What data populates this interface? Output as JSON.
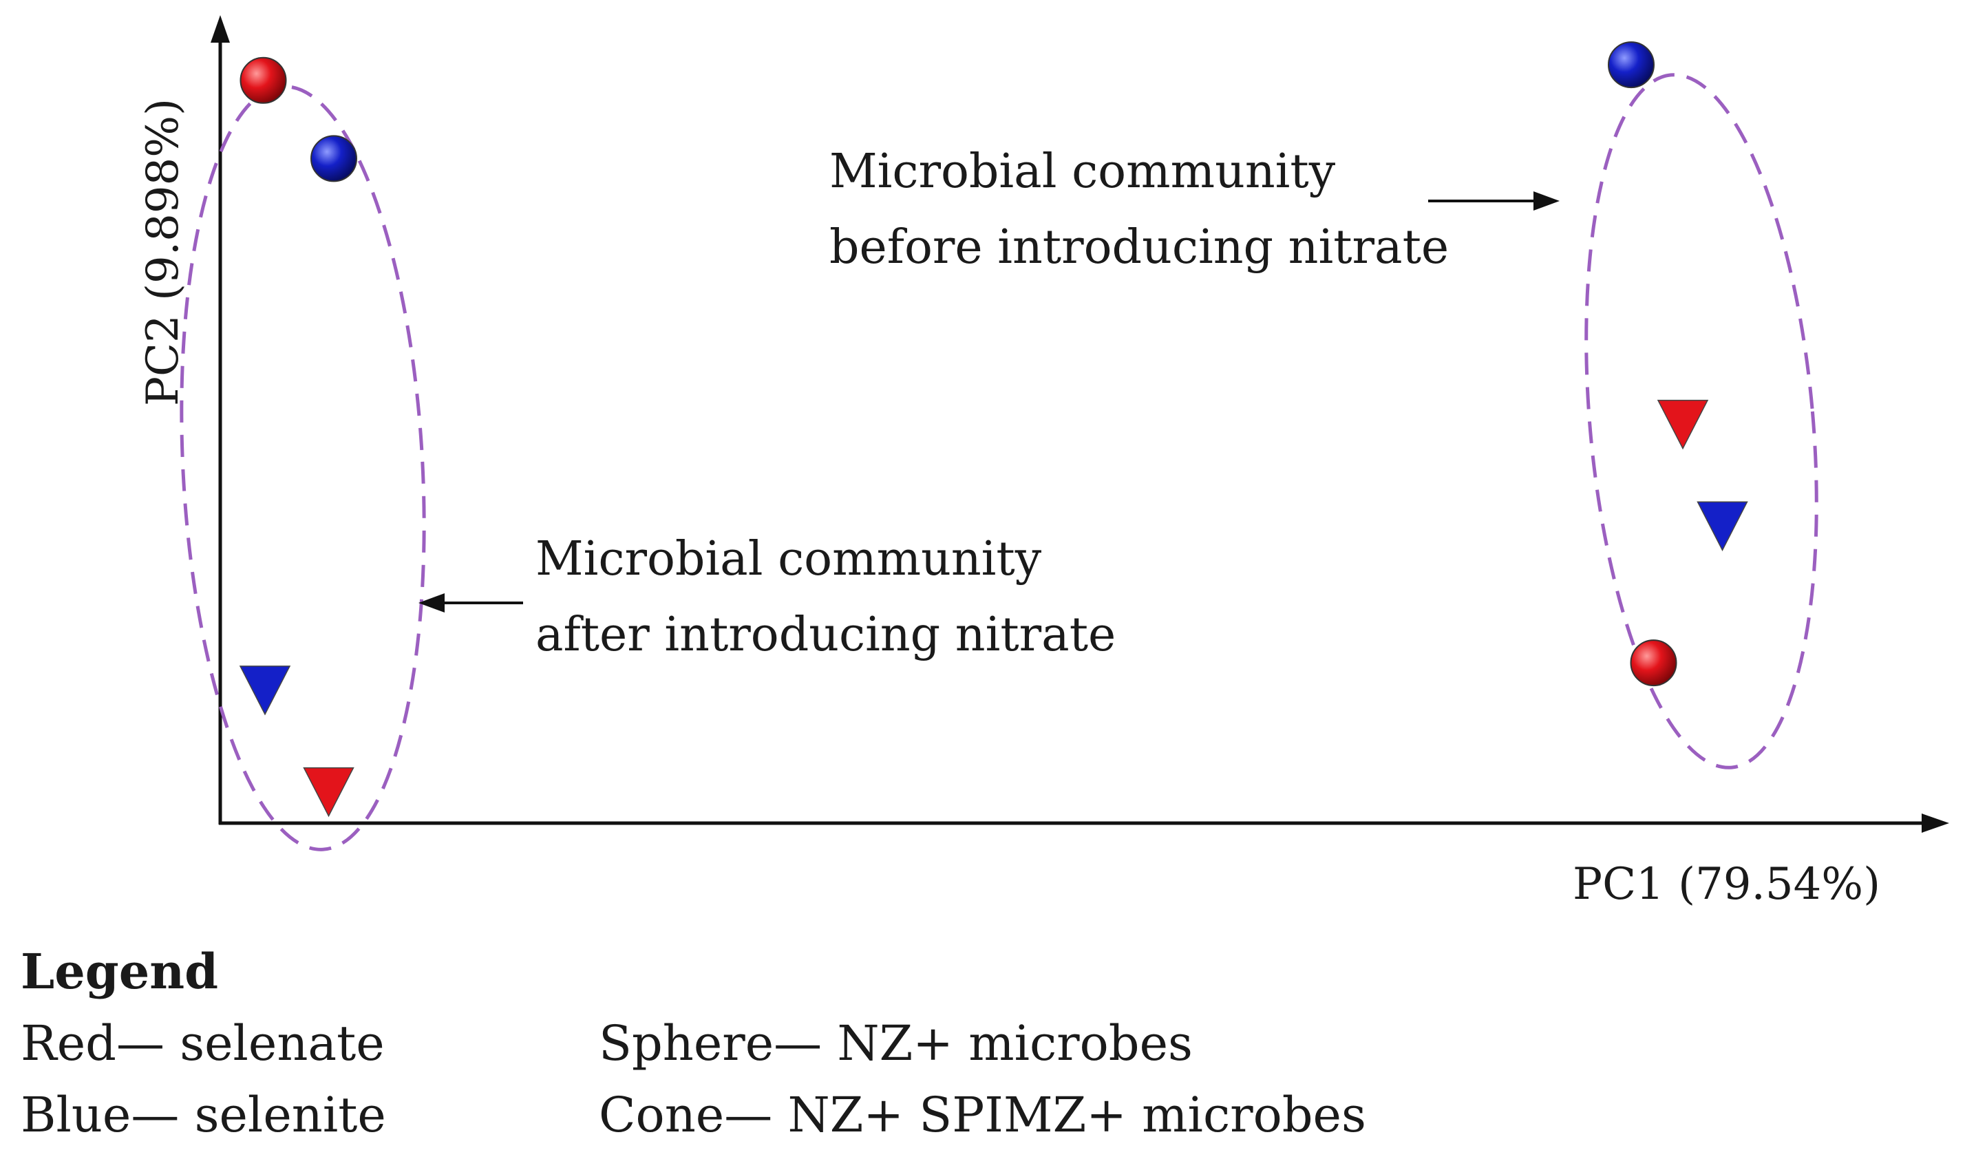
{
  "chart_data": {
    "type": "scatter",
    "title": "",
    "xlabel": "PC1 (79.54%)",
    "ylabel": "PC2 (9.898%)",
    "grid": false,
    "axis_ticks": false,
    "colors": {
      "red": "#e3141b",
      "blue": "#1420c8",
      "ellipse": "#9b5fc0"
    },
    "points": [
      {
        "group": "after",
        "color": "red",
        "shape": "sphere",
        "x": 0.025,
        "y": 0.95
      },
      {
        "group": "after",
        "color": "blue",
        "shape": "sphere",
        "x": 0.066,
        "y": 0.85
      },
      {
        "group": "after",
        "color": "blue",
        "shape": "cone",
        "x": 0.026,
        "y": 0.17
      },
      {
        "group": "after",
        "color": "red",
        "shape": "cone",
        "x": 0.063,
        "y": 0.04
      },
      {
        "group": "before",
        "color": "blue",
        "shape": "sphere",
        "x": 0.82,
        "y": 0.97
      },
      {
        "group": "before",
        "color": "red",
        "shape": "cone",
        "x": 0.85,
        "y": 0.51
      },
      {
        "group": "before",
        "color": "blue",
        "shape": "cone",
        "x": 0.873,
        "y": 0.38
      },
      {
        "group": "before",
        "color": "red",
        "shape": "sphere",
        "x": 0.833,
        "y": 0.205
      }
    ],
    "annotations": {
      "before": [
        "Microbial community",
        "before introducing nitrate"
      ],
      "after": [
        "Microbial community",
        "after introducing nitrate"
      ]
    }
  },
  "legend": {
    "title": "Legend",
    "rows": [
      {
        "left": "Red— selenate",
        "right": "Sphere— NZ+ microbes"
      },
      {
        "left": "Blue— selenite",
        "right": "Cone— NZ+ SPIMZ+ microbes"
      }
    ]
  }
}
